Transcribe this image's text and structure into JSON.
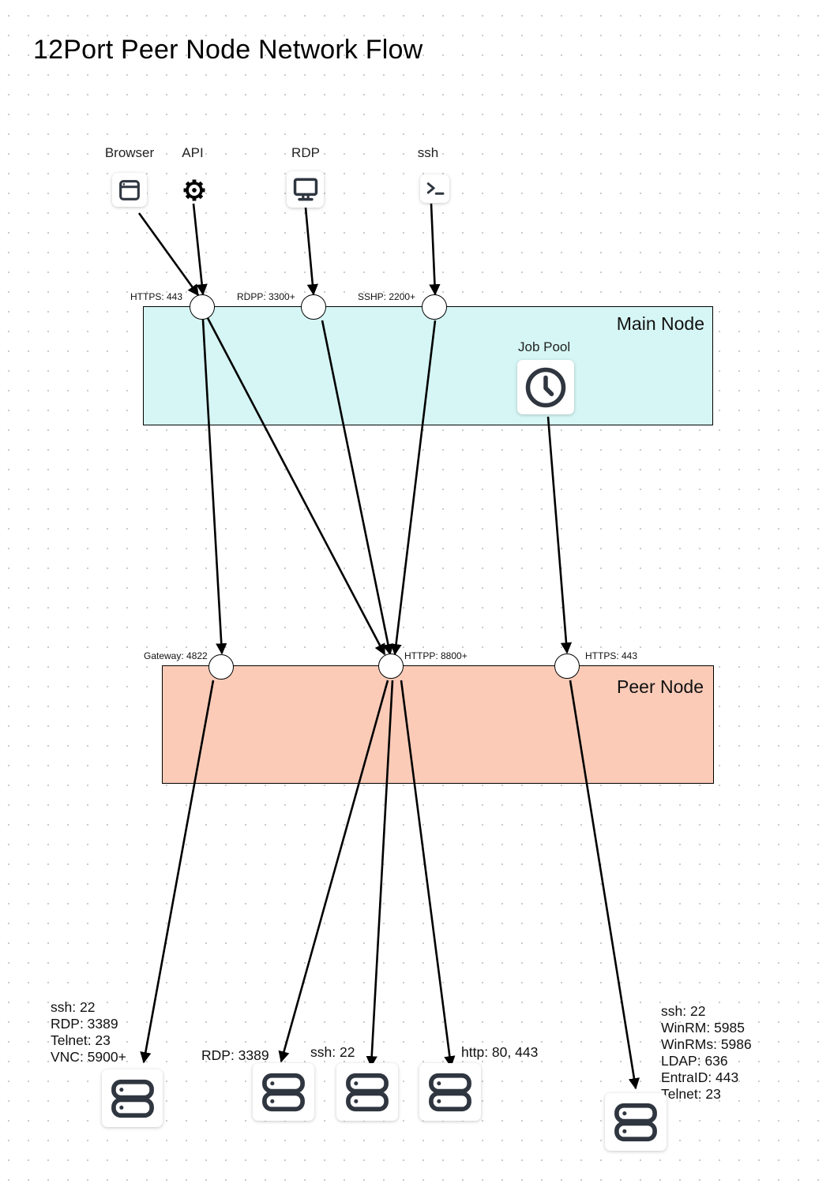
{
  "title": "12Port Peer Node Network Flow",
  "clients": [
    {
      "label": "Browser",
      "icon": "browser-window-icon"
    },
    {
      "label": "API",
      "icon": "gear-icon"
    },
    {
      "label": "RDP",
      "icon": "monitor-icon"
    },
    {
      "label": "ssh",
      "icon": "terminal-icon"
    }
  ],
  "main_node": {
    "title": "Main Node",
    "job_pool_label": "Job Pool",
    "job_pool_icon": "clock-icon",
    "ports": [
      "HTTPS: 443",
      "RDPP: 3300+",
      "SSHP: 2200+"
    ]
  },
  "peer_node": {
    "title": "Peer Node",
    "ports": [
      "Gateway: 4822",
      "HTTPP: 8800+",
      "HTTPS: 443"
    ]
  },
  "targets": [
    {
      "icon": "server-icon",
      "label": "ssh: 22\nRDP: 3389\nTelnet: 23\nVNC: 5900+"
    },
    {
      "icon": "server-icon",
      "label": "RDP: 3389"
    },
    {
      "icon": "server-icon",
      "label": "ssh: 22"
    },
    {
      "icon": "server-icon",
      "label": "http: 80, 443"
    },
    {
      "icon": "server-icon",
      "label": "ssh: 22\nWinRM: 5985\nWinRMs: 5986\nLDAP: 636\nEntraID: 443\nTelnet: 23"
    }
  ],
  "flows": [
    {
      "from": "Browser",
      "to": "HTTPS: 443"
    },
    {
      "from": "API",
      "to": "HTTPS: 443"
    },
    {
      "from": "RDP",
      "to": "RDPP: 3300+"
    },
    {
      "from": "ssh",
      "to": "SSHP: 2200+"
    },
    {
      "from": "HTTPS: 443",
      "to": "Gateway: 4822"
    },
    {
      "from": "HTTPS: 443",
      "to": "HTTPP: 8800+"
    },
    {
      "from": "RDPP: 3300+",
      "to": "HTTPP: 8800+"
    },
    {
      "from": "SSHP: 2200+",
      "to": "HTTPP: 8800+"
    },
    {
      "from": "Job Pool",
      "to": "HTTPS: 443 (Peer)"
    },
    {
      "from": "Gateway: 4822",
      "to": "ssh: 22 / RDP: 3389 / Telnet: 23 / VNC: 5900+"
    },
    {
      "from": "HTTPP: 8800+",
      "to": "RDP: 3389"
    },
    {
      "from": "HTTPP: 8800+",
      "to": "ssh: 22"
    },
    {
      "from": "HTTPP: 8800+",
      "to": "http: 80, 443"
    },
    {
      "from": "HTTPS: 443 (Peer)",
      "to": "ssh: 22 / WinRM / LDAP / EntraID / Telnet"
    }
  ]
}
